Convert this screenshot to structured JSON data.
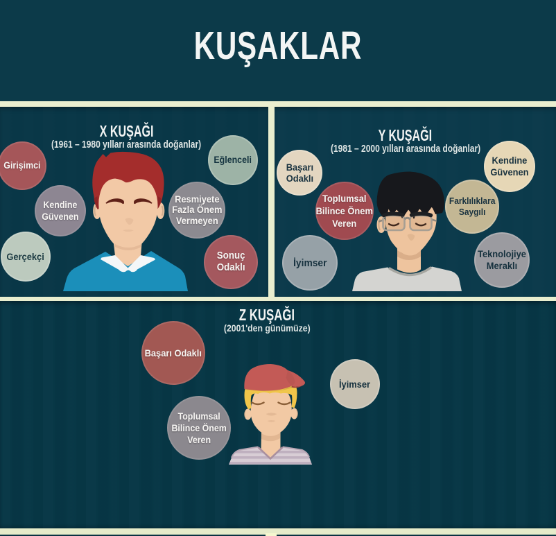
{
  "header": {
    "title": "KUŞAKLAR"
  },
  "colors": {
    "background": "#0c3a49",
    "divider": "#e9eecf",
    "panel_x_bg": "#0a3848",
    "panel_y_bg": "#0c3b4c",
    "panel_z_bg": "#073746",
    "dark_label": "#16313e",
    "light_label": "#f6f5f3"
  },
  "panels": {
    "x": {
      "title": "X KUŞAĞI",
      "subtitle": "(1961 – 1980 yılları arasında doğanlar)",
      "figure": "man with red hair and blue v-neck shirt",
      "figure_colors": {
        "hair": "#a42d2c",
        "skin": "#f2c9a6",
        "shirt": "#1b8fba",
        "collar": "#f3f7f8"
      },
      "traits": {
        "girisimci": {
          "label": "Girişimci",
          "lines": [
            "Girişimci"
          ],
          "color": "#a55659",
          "text_color": "#f6f4f2"
        },
        "kendine": {
          "label": "Kendine Güvenen",
          "lines": [
            "Kendine",
            "Güvenen"
          ],
          "color": "#8d8692",
          "text_color": "#f6f4f2"
        },
        "gercekci": {
          "label": "Gerçekçi",
          "lines": [
            "Gerçekçi"
          ],
          "color": "#bccabe",
          "text_color": "#1c3a42"
        },
        "eglenceli": {
          "label": "Eğlenceli",
          "lines": [
            "Eğlenceli"
          ],
          "color": "#9db3a6",
          "text_color": "#14333f"
        },
        "resmiyete": {
          "label": "Resmiyete Fazla Önem Vermeyen",
          "lines": [
            "Resmiyete",
            "Fazla Önem",
            "Vermeyen"
          ],
          "color": "#8c8a90",
          "text_color": "#f6f4f2"
        },
        "sonuc": {
          "label": "Sonuç Odaklı",
          "lines": [
            "Sonuç",
            "Odaklı"
          ],
          "color": "#a4585e",
          "text_color": "#f6f4f2"
        }
      }
    },
    "y": {
      "title": "Y KUŞAĞI",
      "subtitle": "(1981 – 2000 yılları arasında doğanlar)",
      "figure": "man with black hair, glasses and gray shirt",
      "figure_colors": {
        "hair": "#17181c",
        "skin": "#eec49e",
        "shirt": "#d4d4d1"
      },
      "traits": {
        "basari": {
          "label": "Başarı Odaklı",
          "lines": [
            "Başarı",
            "Odaklı"
          ],
          "color": "#e3d6c0",
          "text_color": "#1a3340"
        },
        "toplumsal": {
          "label": "Toplumsal Bilince Önem Veren",
          "lines": [
            "Toplumsal",
            "Bilince Önem",
            "Veren"
          ],
          "color": "#a04a50",
          "text_color": "#f6f4f2"
        },
        "iyimser": {
          "label": "İyimser",
          "lines": [
            "İyimser"
          ],
          "color": "#96a1a7",
          "text_color": "#16313e"
        },
        "kendine": {
          "label": "Kendine Güvenen",
          "lines": [
            "Kendine",
            "Güvenen"
          ],
          "color": "#e6d7b6",
          "text_color": "#1a3340"
        },
        "farkli": {
          "label": "Farklılıklara Saygılı",
          "lines": [
            "Farklılıklara",
            "Saygılı"
          ],
          "color": "#c3b794",
          "text_color": "#1a3340"
        },
        "teknolojiye": {
          "label": "Teknolojiye Meraklı",
          "lines": [
            "Teknolojiye",
            "Meraklı"
          ],
          "color": "#9b9ba0",
          "text_color": "#16313e"
        }
      }
    },
    "z": {
      "title": "Z KUŞAĞI",
      "subtitle": "(2001'den günümüze)",
      "figure": "kid with red cap, blond hair and striped shirt",
      "figure_colors": {
        "cap": "#c35a56",
        "hair": "#f0c64a",
        "skin": "#f2c9a4",
        "shirt": "#d8cdd5"
      },
      "traits": {
        "basari": {
          "label": "Başarı Odaklı",
          "lines": [
            "Başarı Odaklı"
          ],
          "color": "#a25853",
          "text_color": "#f6f4f2"
        },
        "toplumsal": {
          "label": "Toplumsal Bilince Önem Veren",
          "lines": [
            "Toplumsal",
            "Bilince Önem",
            "Veren"
          ],
          "color": "#8b888e",
          "text_color": "#f6f4f2"
        },
        "iyimser": {
          "label": "İyimser",
          "lines": [
            "İyimser"
          ],
          "color": "#c7c1b2",
          "text_color": "#16313e"
        }
      }
    }
  }
}
